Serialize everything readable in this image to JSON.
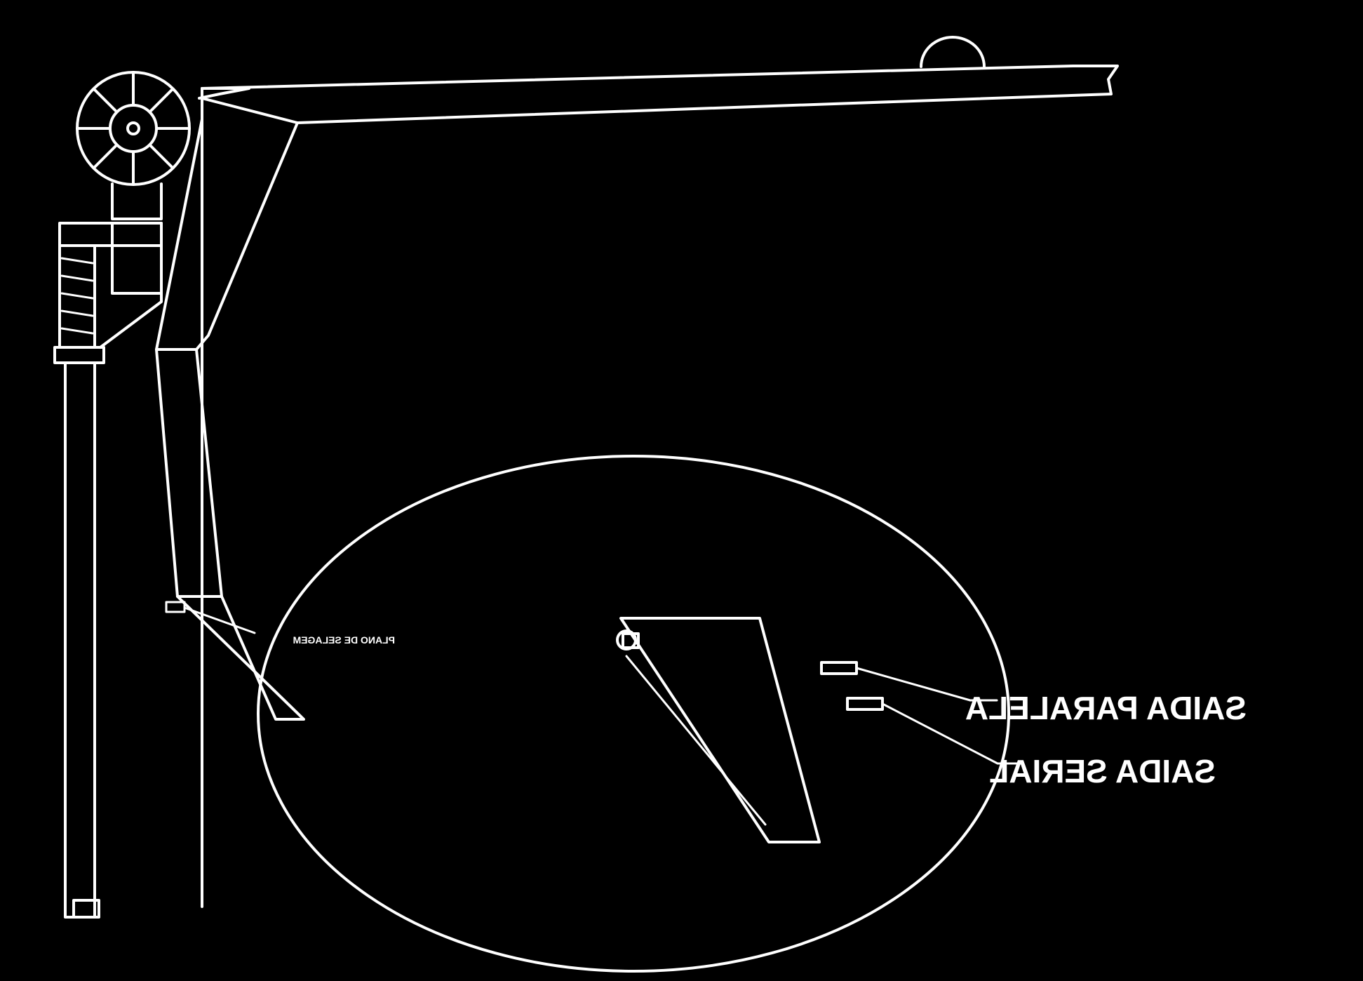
{
  "diagram": {
    "colors": {
      "background": "#000000",
      "stroke": "#ffffff"
    },
    "labels": {
      "sealing_plane": "PLANO DE SELAGEM",
      "parallel_output": "SAIDA PARALELA",
      "serial_output": "SAIDA SERIAL"
    }
  }
}
